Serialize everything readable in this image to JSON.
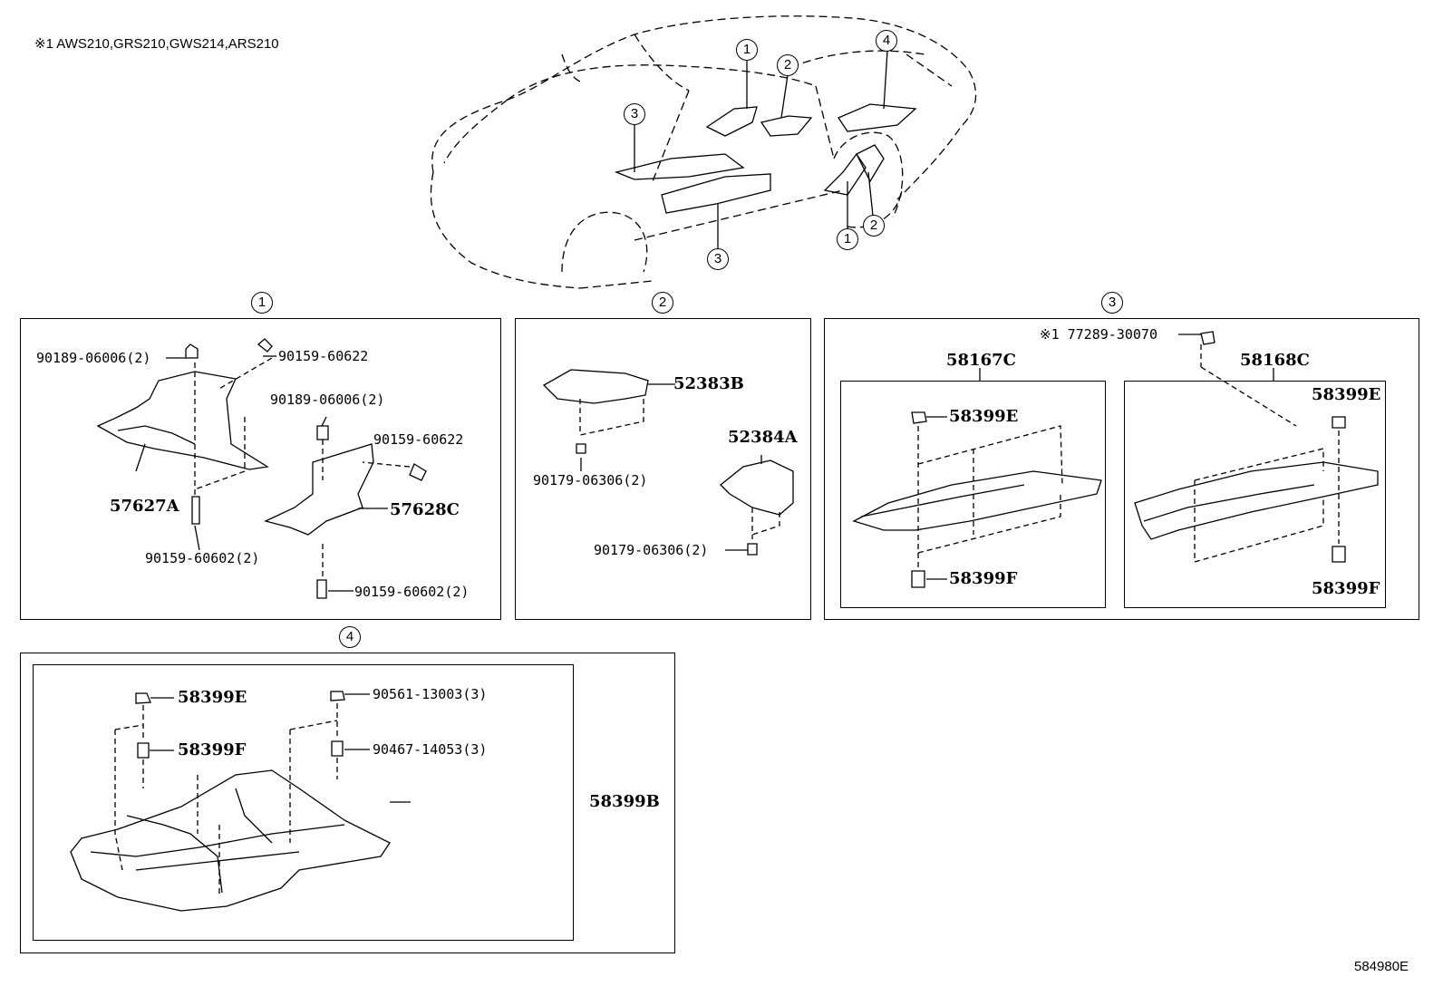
{
  "header_note": "※1 AWS210,GRS210,GWS214,ARS210",
  "figure_code": "584980E",
  "callouts": [
    "1",
    "2",
    "3",
    "4"
  ],
  "sections": {
    "s1": {
      "number": "1",
      "labels": {
        "a": "90189-06006(2)",
        "b": "90159-60622",
        "c": "90189-06006(2)",
        "d": "90159-60622",
        "e": "57627A",
        "f": "57628C",
        "g": "90159-60602(2)",
        "h": "90159-60602(2)"
      }
    },
    "s2": {
      "number": "2",
      "labels": {
        "a": "52383B",
        "b": "90179-06306(2)",
        "c": "52384A",
        "d": "90179-06306(2)"
      }
    },
    "s3": {
      "number": "3",
      "labels": {
        "note": "※1 77289-30070",
        "left_assy": "58167C",
        "right_assy": "58168C",
        "l_e": "58399E",
        "l_f": "58399F",
        "r_e": "58399E",
        "r_f": "58399F"
      }
    },
    "s4": {
      "number": "4",
      "labels": {
        "a": "58399E",
        "b": "58399F",
        "c": "90561-13003(3)",
        "d": "90467-14053(3)",
        "e": "58399B"
      }
    }
  }
}
